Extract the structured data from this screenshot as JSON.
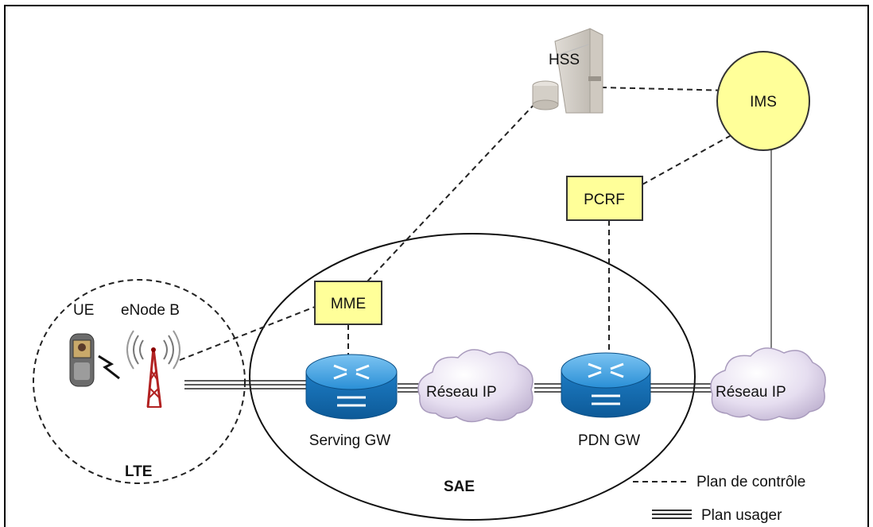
{
  "nodes": {
    "hss": "HSS",
    "ims": "IMS",
    "pcrf": "PCRF",
    "mme": "MME",
    "ue": "UE",
    "enodeb": "eNode B",
    "lte": "LTE",
    "sae": "SAE",
    "serving_gw": "Serving GW",
    "pdn_gw": "PDN GW",
    "ip_network_1": "Réseau IP",
    "ip_network_2": "Réseau IP"
  },
  "legend": {
    "control_plane": "Plan de contrôle",
    "user_plane": "Plan usager"
  },
  "colors": {
    "box_fill": "#ffff99",
    "ims_fill": "#ffff99",
    "router": "#2a8fd6",
    "cloud": "#d8cfe6"
  }
}
